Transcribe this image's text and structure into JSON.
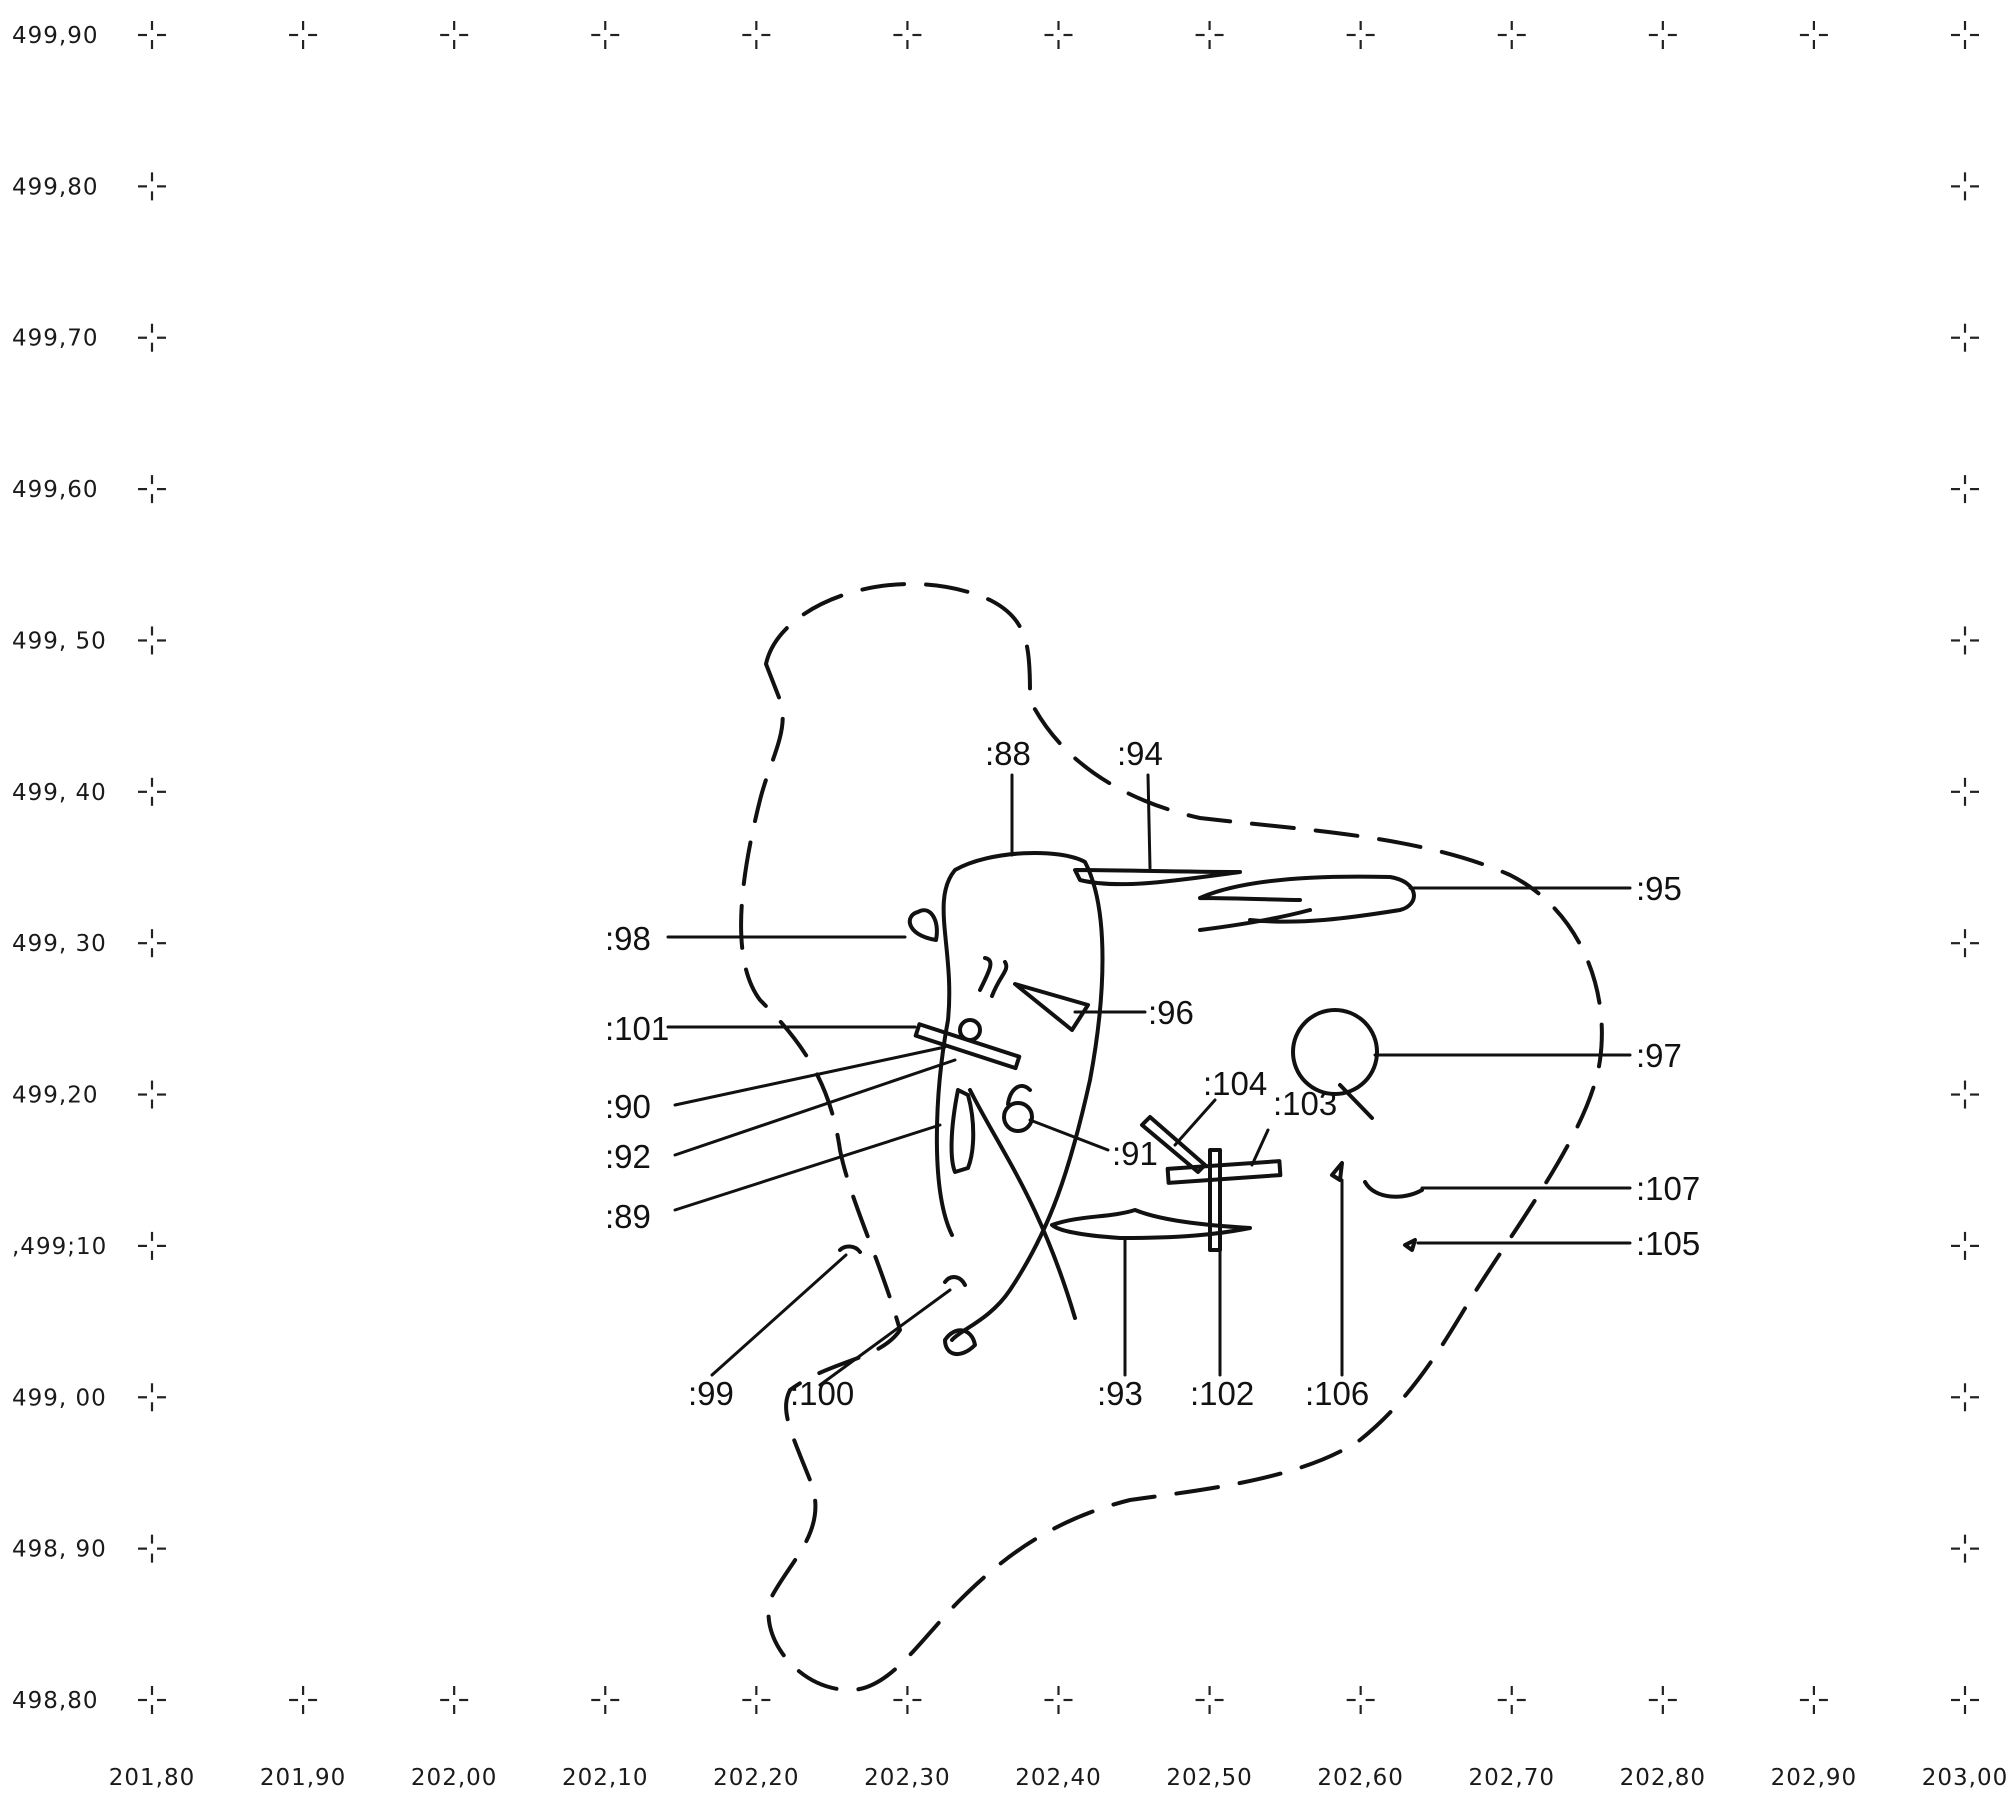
{
  "grid": {
    "x_values": [
      "201,80",
      "201,90",
      "202,00",
      "202,10",
      "202,20",
      "202,30",
      "202,40",
      "202,50",
      "202,60",
      "202,70",
      "202,80",
      "202,90",
      "203,00"
    ],
    "y_values": [
      "499,90",
      "499,80",
      "499,70",
      "499,60",
      "499, 50",
      "499, 40",
      "499, 30",
      "499,20",
      ",499;10",
      "499, 00",
      "498, 90",
      "498,80"
    ],
    "marker": "crosshair"
  },
  "features": {
    "f88": ":88",
    "f89": ":89",
    "f90": ":90",
    "f91": ":91",
    "f92": ":92",
    "f93": ":93",
    "f94": ":94",
    "f95": ":95",
    "f96": ":96",
    "f97": ":97",
    "f98": ":98",
    "f99": ":99",
    "f100": ":100",
    "f101": ":101",
    "f102": ":102",
    "f103": ":103",
    "f104": ":104",
    "f105": ":105",
    "f106": ":106",
    "f107": ":107"
  },
  "colors": {
    "ink": "#111111",
    "paper": "#ffffff"
  }
}
